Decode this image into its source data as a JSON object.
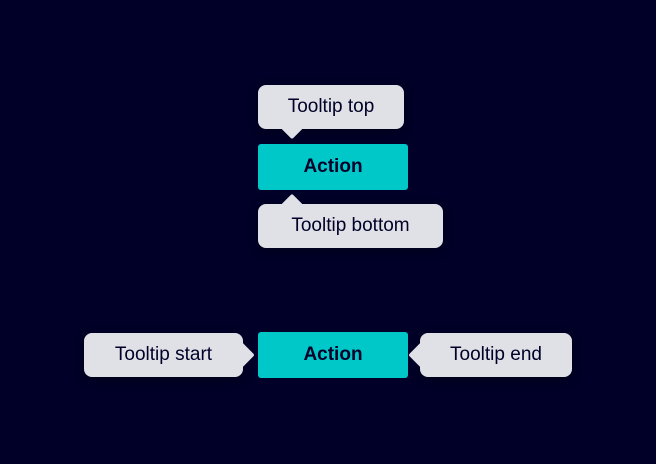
{
  "colors": {
    "bg": "#000028",
    "tooltip_bg": "#E0E1E6",
    "action_bg": "#00C8C8",
    "text": "#000028"
  },
  "top_group": {
    "tooltip_top_label": "Tooltip top",
    "action_label": "Action",
    "tooltip_bottom_label": "Tooltip bottom"
  },
  "bottom_group": {
    "tooltip_start_label": "Tooltip start",
    "action_label": "Action",
    "tooltip_end_label": "Tooltip end"
  }
}
